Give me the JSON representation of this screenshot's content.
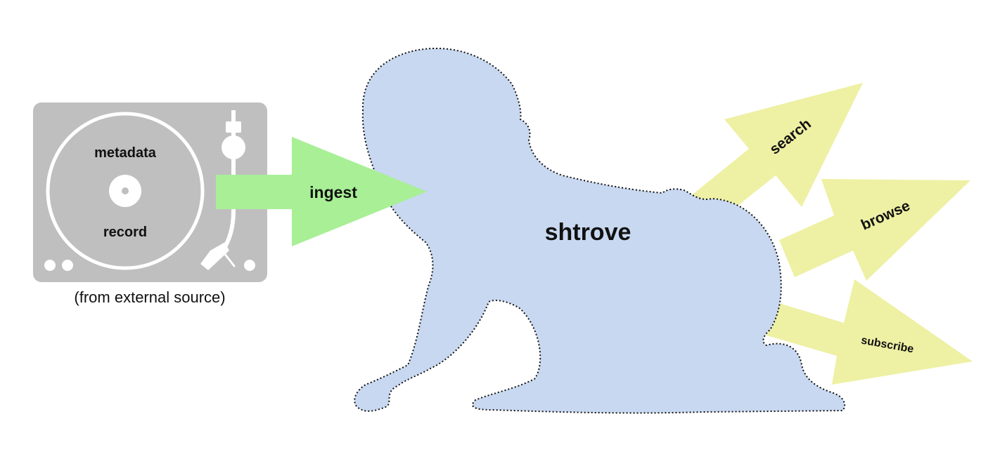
{
  "source": {
    "upper_label": "metadata",
    "lower_label": "record",
    "caption": "(from external source)",
    "icon": "turntable-icon",
    "color": "#bfbfbf"
  },
  "ingest": {
    "label": "ingest",
    "color": "#a8ef96"
  },
  "core": {
    "label": "shtrove",
    "icon": "crawling-baby-silhouette",
    "color": "#c8d8f0"
  },
  "outputs": {
    "color": "#eef0a4",
    "search": "search",
    "browse": "browse",
    "subscribe": "subscribe"
  }
}
